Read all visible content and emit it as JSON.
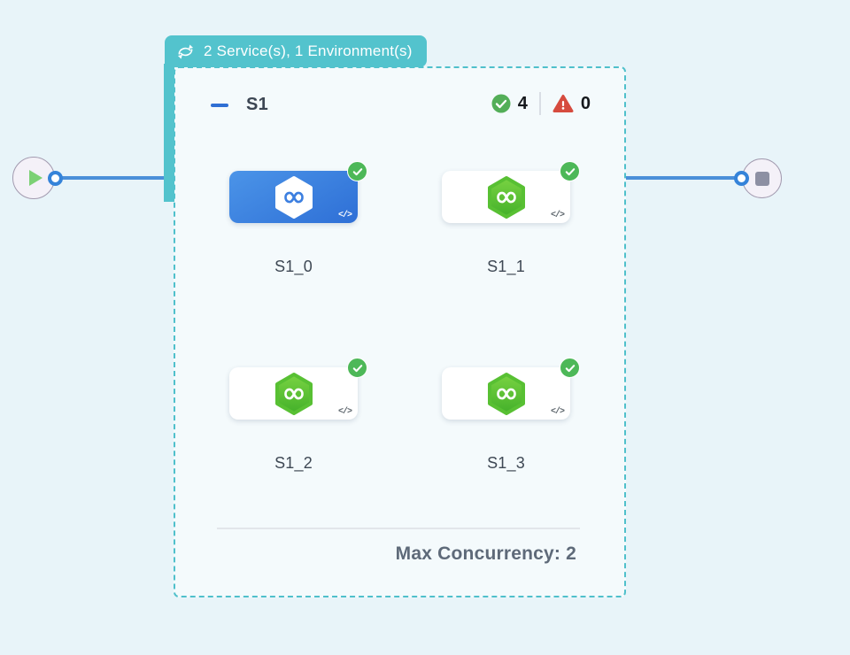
{
  "colors": {
    "page_background": "#e8f4f9",
    "accent_teal": "#53c3cd",
    "connector_blue": "#4a8fd9",
    "selected_card_blue": "#3f83e0",
    "success_green": "#4db858",
    "error_red": "#d64b3e"
  },
  "group_badge": {
    "icon": "loop-arrows-icon",
    "label": "2 Service(s), 1 Environment(s)"
  },
  "stage": {
    "name": "S1",
    "success_count": "4",
    "error_count": "0",
    "code_icon_glyph": "</>",
    "max_concurrency_label": "Max Concurrency: 2",
    "cards": [
      {
        "label": "S1_0",
        "selected": true,
        "status": "success"
      },
      {
        "label": "S1_1",
        "selected": false,
        "status": "success"
      },
      {
        "label": "S1_2",
        "selected": false,
        "status": "success"
      },
      {
        "label": "S1_3",
        "selected": false,
        "status": "success"
      }
    ]
  }
}
